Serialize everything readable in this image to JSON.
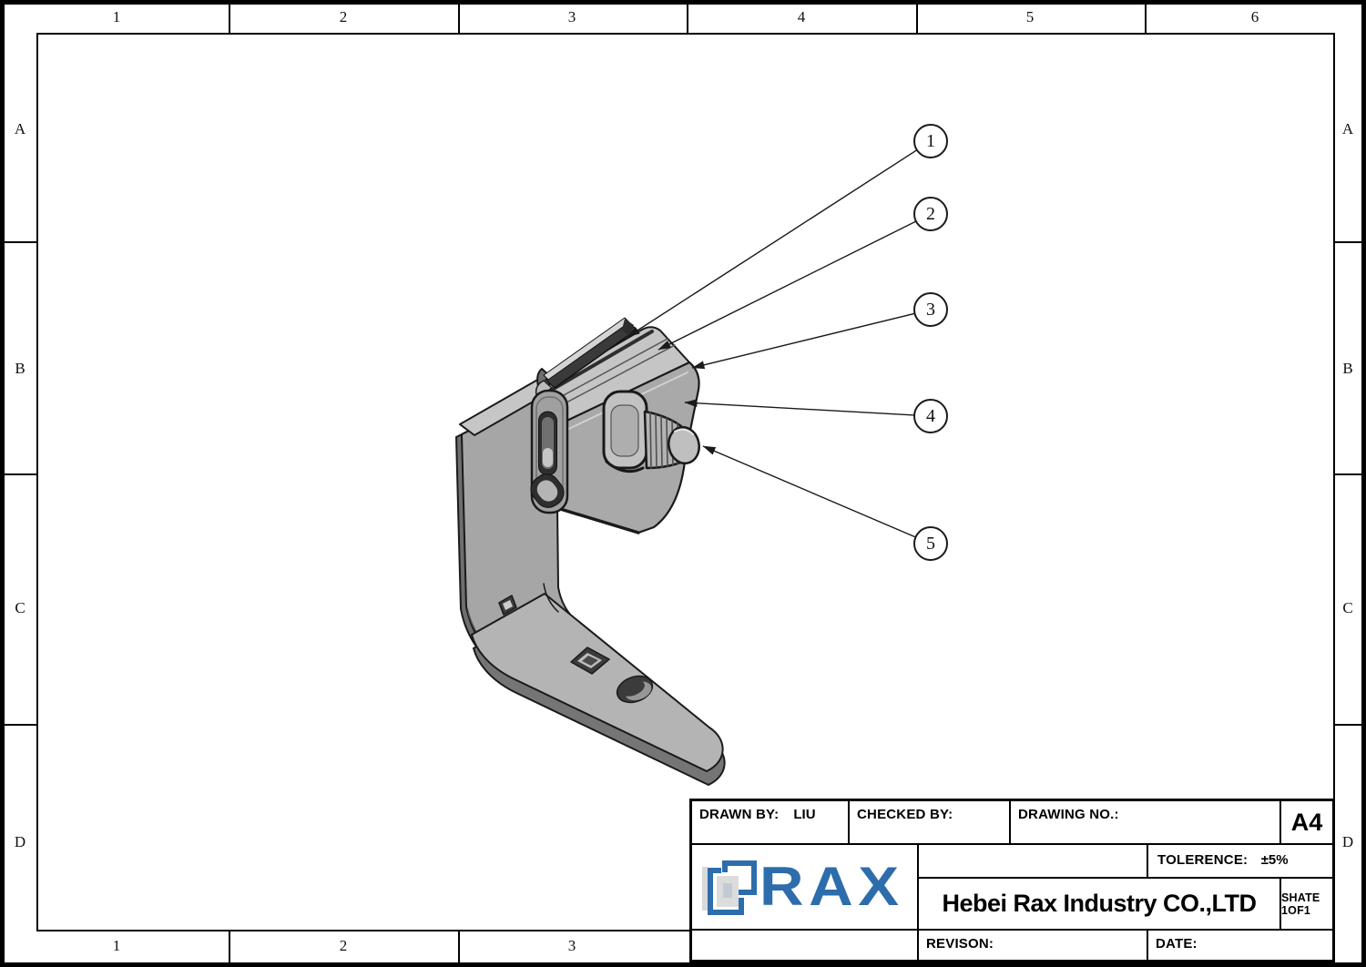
{
  "grid": {
    "top_labels": [
      "1",
      "2",
      "3",
      "4",
      "5",
      "6"
    ],
    "bottom_labels": [
      "1",
      "2",
      "3"
    ],
    "left_labels": [
      "A",
      "B",
      "C",
      "D"
    ],
    "right_labels": [
      "A",
      "B",
      "C",
      "D"
    ]
  },
  "balloons": [
    {
      "label": "1"
    },
    {
      "label": "2"
    },
    {
      "label": "3"
    },
    {
      "label": "4"
    },
    {
      "label": "5"
    }
  ],
  "title_block": {
    "drawn_by_label": "DRAWN BY:",
    "drawn_by_value": "LIU",
    "checked_by_label": "CHECKED BY:",
    "drawing_no_label": "DRAWING NO.:",
    "paper_size": "A4",
    "tolerance_label": "TOLERENCE:",
    "tolerance_value": "±5%",
    "company_name": "Hebei Rax Industry CO.,LTD",
    "sheet_label": "SHATE 1OF1",
    "revision_label": "REVISON:",
    "date_label": "DATE:",
    "logo_text": "RAX",
    "logo_color": "#2d6dab"
  }
}
